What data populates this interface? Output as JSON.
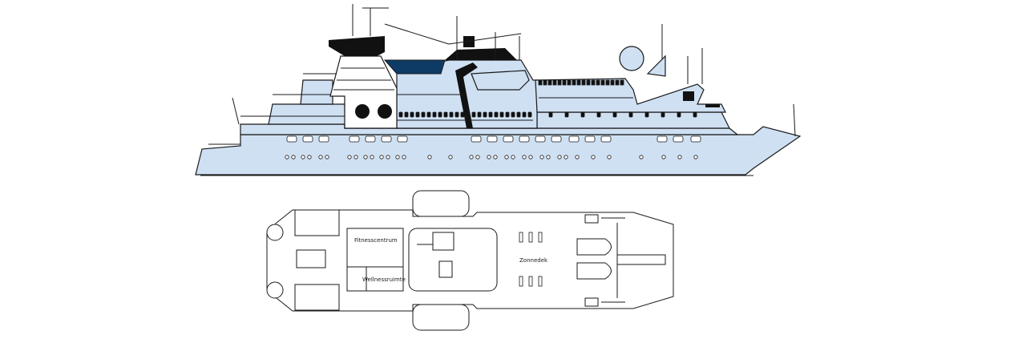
{
  "deck_plan": {
    "rooms": {
      "fitness": "Fitnesscentrum",
      "wellness": "Wellnessruimte",
      "sundeck": "Zonnedek"
    }
  },
  "colors": {
    "hull_fill": "#cfe0f3",
    "accent_window": "#0d3b66",
    "outline": "#1a1a1a"
  }
}
